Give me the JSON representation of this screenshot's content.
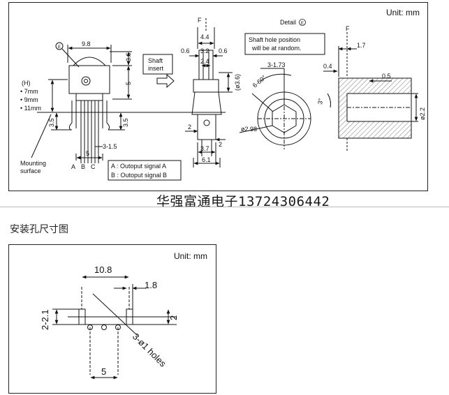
{
  "top": {
    "unit": "Unit: mm",
    "detail_label": "Detail",
    "detail_mark": "E",
    "shaft_note": [
      "Shaft hole position",
      "will be at random."
    ],
    "shaft_insert": [
      "Shaft",
      "insert"
    ],
    "h_label": "(H)",
    "h_options": [
      "• 7mm",
      "• 9mm",
      "• 11mm"
    ],
    "mounting": [
      "Mounting",
      "surface"
    ],
    "pins": [
      "A",
      "B",
      "C"
    ],
    "legend": [
      "A : Outoput signal A",
      "B : Outoput signal B"
    ],
    "view_f1": "F",
    "view_f2": "F",
    "front_mark": "E",
    "dims": {
      "d9_8": "9.8",
      "d3_6": "3.6",
      "d5_side": "5",
      "d3_5_left": "3.5",
      "d3_5_right": "3.5",
      "d5_bottom": "5",
      "d3_1_5": "3-1.5",
      "d4_4": "4.4",
      "d0_6_left": "0.6",
      "d3_2": "3.2",
      "d0_6_right": "0.6",
      "d2_4": "2.4",
      "d3_6_paren": "(ø3.6)",
      "d2_left": "2",
      "d2_right": "2",
      "d3_7": "3.7",
      "d6_1": "6.1",
      "d3_1_73": "3-1.73",
      "d6_60": "6-60°",
      "d2_98": "ø2.98",
      "d1_7": "1.7",
      "d0_4": "0.4",
      "d0_5": "0.5",
      "d3_deg": "3°",
      "d2_2": "ø2.2"
    }
  },
  "watermark": "华强富通电子13724306442",
  "section_title": "安装孔尺寸图",
  "bottom": {
    "unit": "Unit: mm",
    "d10_8": "10.8",
    "d1_8": "1.8",
    "d2_2_1": "2-2.1",
    "d2": "2",
    "holes": "3-ø1 holes",
    "d5": "5"
  }
}
